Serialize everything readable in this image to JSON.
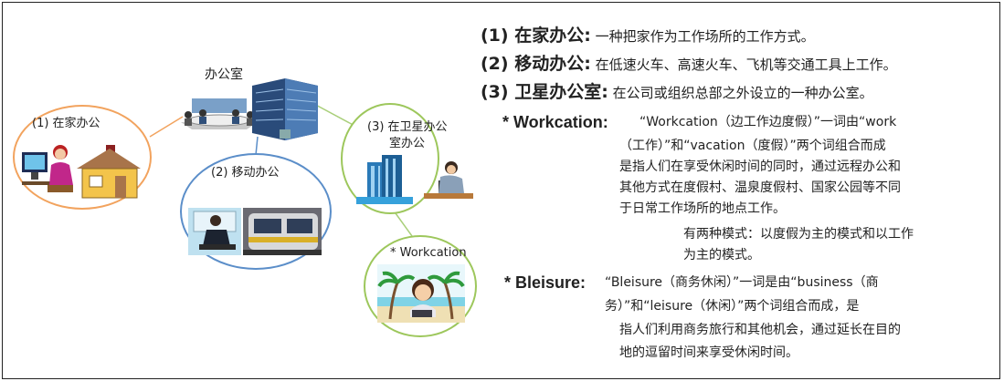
{
  "nodes": {
    "office": "办公室",
    "home": "(1) 在家办公",
    "mobile": "(2) 移动办公",
    "satellite_line1": "(3) 在卫星办公",
    "satellite_line2": "室办公",
    "workcation": "* Workcation"
  },
  "definitions": [
    {
      "term": "(1) 在家办公:",
      "text": " 一种把家作为工作场所的工作方式。"
    },
    {
      "term": "(2) 移动办公:",
      "text": " 在低速火车、高速火车、飞机等交通工具上工作。"
    },
    {
      "term": "(3) 卫星办公室:",
      "text": " 在公司或组织总部之外设立的一种办公室。"
    }
  ],
  "workcation": {
    "term": "* Workcation:",
    "line1": "“Workcation（边工作边度假）”一词由“work",
    "line2": "（工作）”和“vacation（度假）”两个词组合而成",
    "line3": "是指人们在享受休闲时间的同时，通过远程办公和",
    "line4": "其他方式在度假村、温泉度假村、国家公园等不同",
    "line5": "于日常工作场所的地点工作。",
    "line6": "有两种模式：以度假为主的模式和以工作",
    "line7": "为主的模式。"
  },
  "bleisure": {
    "term": "* Bleisure:",
    "line1": "“Bleisure（商务休闲）”一词是由“business（商",
    "line2": "务）”和“leisure（休闲）”两个词组合而成，是",
    "line3": "指人们利用商务旅行和其他机会，通过延长在目的",
    "line4": "地的逗留时间来享受休闲时间。"
  },
  "icons": [
    "office-building-icon",
    "meeting-room-icon",
    "home-worker-icon",
    "house-icon",
    "train-worker-icon",
    "satellite-office-icon",
    "beach-laptop-icon"
  ],
  "colors": {
    "home_ring": "#f2a35e",
    "mobile_ring": "#5b8ec9",
    "satellite_ring": "#9dc75c",
    "workcation_ring": "#9dc75c",
    "connector": "#a9cf7a"
  }
}
